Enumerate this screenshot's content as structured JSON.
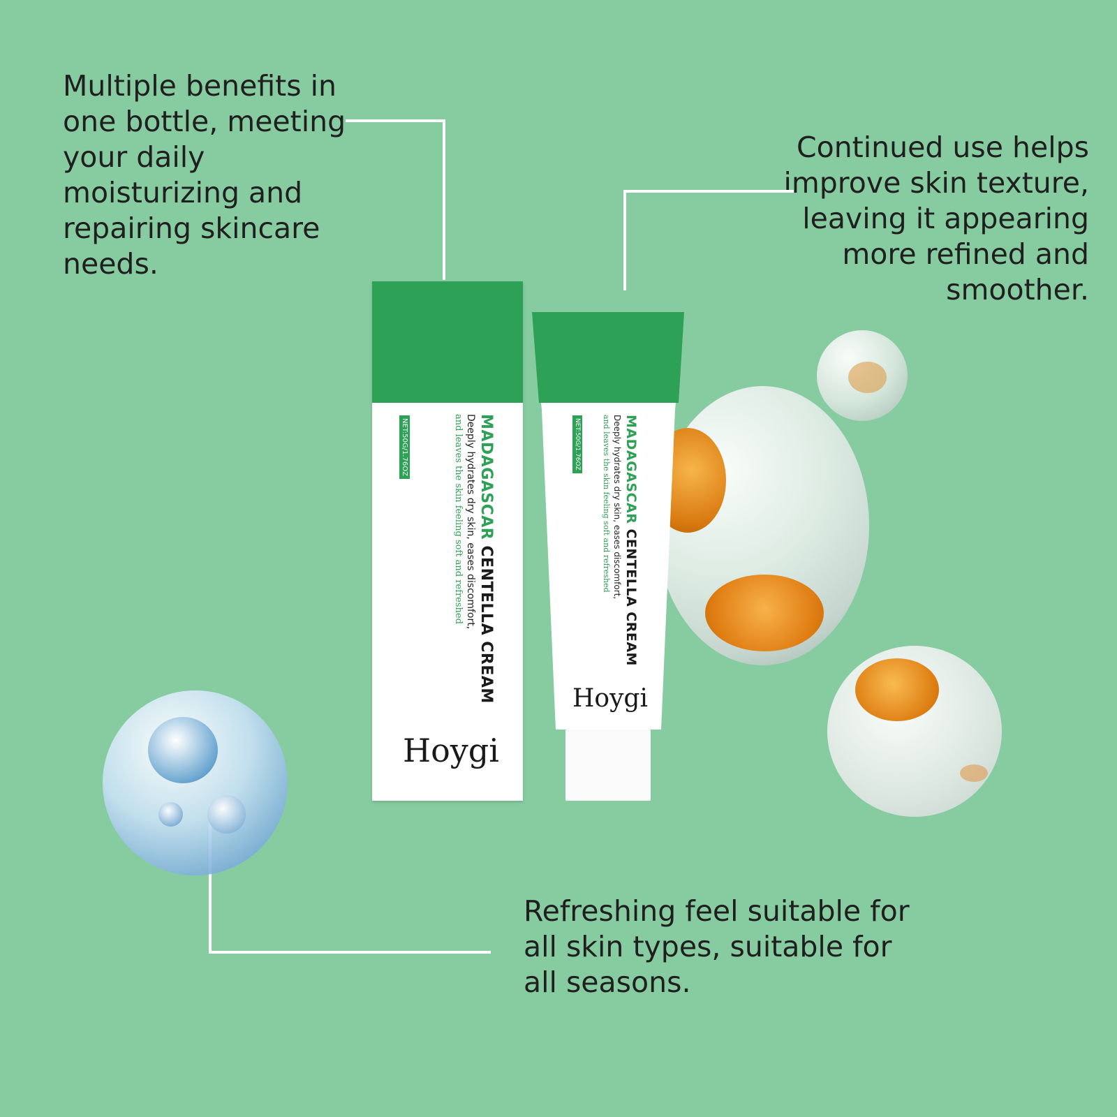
{
  "callouts": {
    "top_left": "Multiple benefits in one bottle, meeting your daily moisturizing and repairing skincare needs.",
    "top_right": "Continued use helps improve skin texture, leaving it appearing more refined and smoother.",
    "bottom": "Refreshing feel suitable for all skin types, suitable for all seasons."
  },
  "product": {
    "brand": "Hoygi",
    "name_accent": "MADAGASCAR",
    "name_rest": " CENTELLA CREAM",
    "tagline_1": "Deeply hydrates dry skin, eases discomfort,",
    "tagline_2": "and leaves the skin feeling soft and refreshed",
    "net": "NET:50G/1.76OZ"
  },
  "colors": {
    "background": "#86cca0",
    "brand_green": "#2da155",
    "line": "#ffffff"
  }
}
